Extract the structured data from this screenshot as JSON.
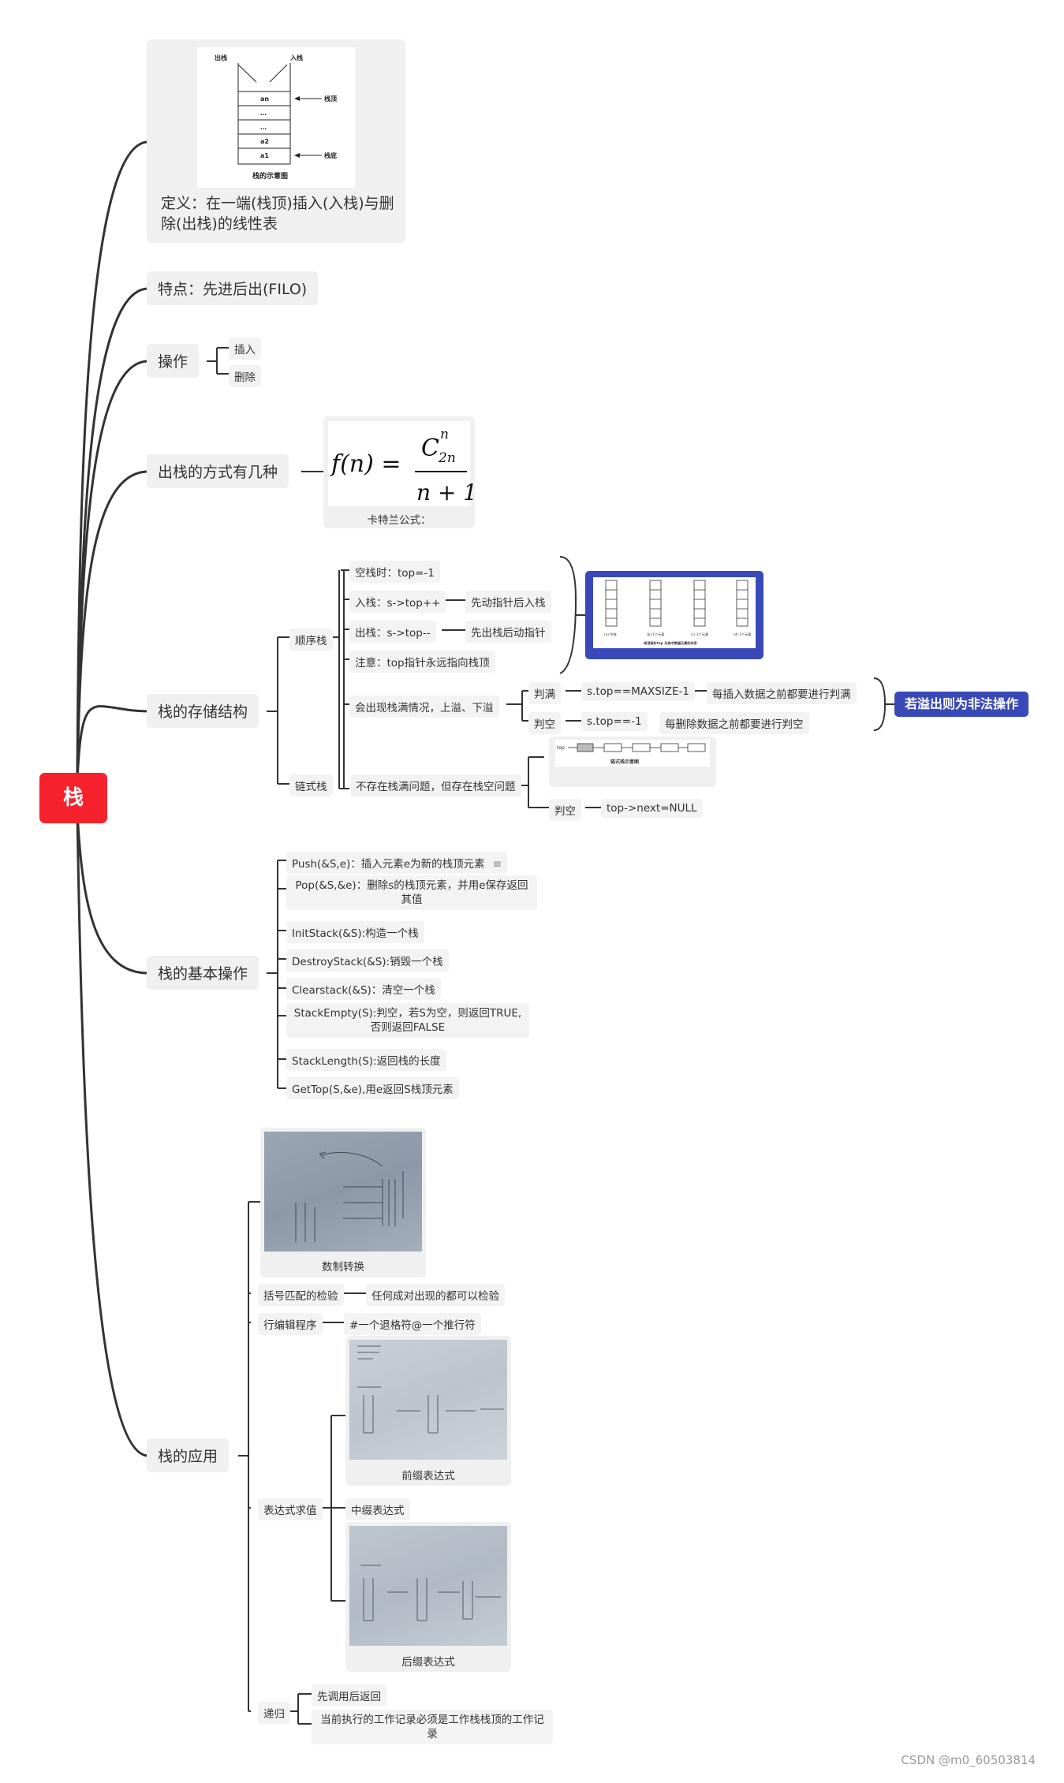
{
  "root": {
    "label": "栈"
  },
  "definition": {
    "text": "定义：在一端(栈顶)插入(入栈)与删除(出栈)的线性表",
    "diagram": {
      "pop_label": "出栈",
      "push_label": "入栈",
      "top_label": "栈顶",
      "bottom_label": "栈底",
      "cells": [
        "an",
        "…",
        "…",
        "a2",
        "a1"
      ],
      "caption": "栈的示意图"
    }
  },
  "feature": {
    "text": "特点：先进后出(FILO)"
  },
  "operations": {
    "label": "操作",
    "items": [
      "插入",
      "删除"
    ]
  },
  "pop_ways": {
    "label": "出栈的方式有几种",
    "formula": {
      "lhs": "f(n) =",
      "numerator": "C",
      "sup": "n",
      "sub": "2n",
      "denominator": "n + 1"
    },
    "caption": "卡特兰公式："
  },
  "storage": {
    "label": "栈的存储结构",
    "sequential": {
      "label": "顺序栈",
      "empty": "空栈时：top=-1",
      "push": "入栈：s->top++",
      "push_note": "先动指针后入栈",
      "pop": "出栈：s->top--",
      "pop_note": "先出栈后动指针",
      "note": "注意：top指针永远指向栈顶",
      "overflow": "会出现栈满情况，上溢、下溢",
      "full_label": "判满",
      "full_cond": "s.top==MAXSIZE-1",
      "full_note": "每插入数据之前都要进行判满",
      "empty_label": "判空",
      "empty_cond": "s.top==-1",
      "empty_note": "每删除数据之前都要进行判空",
      "badge": "若溢出则为非法操作",
      "fig_caption": "栈顶指针top 与栈中数据元素的关系",
      "fig_labels": [
        "(a) 空栈",
        "(b) 1个元素",
        "(c) 3个元素",
        "(d) 1个元素"
      ]
    },
    "linked": {
      "label": "链式栈",
      "note": "不存在栈满问题，但存在栈空问题",
      "fig_top": "top",
      "fig_caption": "链式栈示意图",
      "empty_label": "判空",
      "empty_cond": "top->next=NULL"
    }
  },
  "basic_ops": {
    "label": "栈的基本操作",
    "items": [
      "Push(&S,e)：插入元素e为新的栈顶元素",
      "Pop(&S,&e)：删除s的栈顶元素，并用e保存返回其值",
      "InitStack(&S):构造一个栈",
      "DestroyStack(&S):销毁一个栈",
      "Clearstack(&S)：清空一个栈",
      "StackEmpty(S):判空，若S为空，则返回TRUE,否则返回FALSE",
      "StackLength(S):返回栈的长度",
      "GetTop(S,&e),用e返回S栈顶元素"
    ]
  },
  "applications": {
    "label": "栈的应用",
    "conversion": "数制转换",
    "bracket": "括号匹配的检验",
    "bracket_note": "任何成对出现的都可以检验",
    "line_edit": "行编辑程序",
    "line_edit_note": "#一个退格符@一个推行符",
    "expression": "表达式求值",
    "prefix": "前缀表达式",
    "infix": "中缀表达式",
    "postfix": "后缀表达式",
    "recursion": "递归",
    "recursion_1": "先调用后返回",
    "recursion_2": "当前执行的工作记录必须是工作栈栈顶的工作记录"
  },
  "watermark": "CSDN @m0_60503814",
  "colors": {
    "root": "#f5222d",
    "badge": "#3a49b8",
    "line": "#333333",
    "node": "#f0f0f0"
  }
}
